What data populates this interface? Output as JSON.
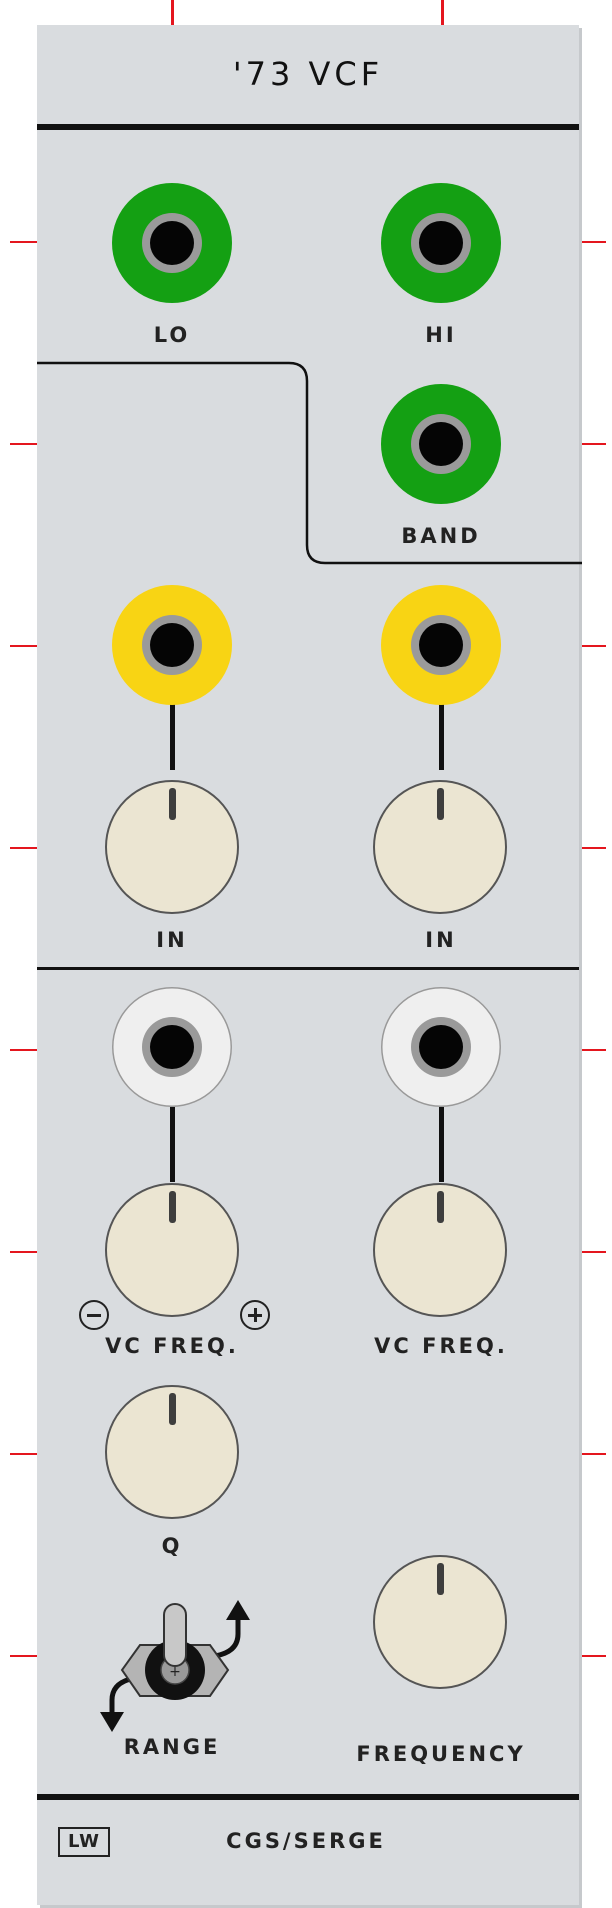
{
  "title": "'73 VCF",
  "outputs": {
    "lo": "LO",
    "hi": "HI",
    "band": "BAND"
  },
  "inputs": {
    "in1": "IN",
    "in2": "IN"
  },
  "cv": {
    "vcfreq1": "VC FREQ.",
    "vcfreq2": "VC FREQ.",
    "minus_symbol": "⊖",
    "plus_symbol": "⊕"
  },
  "controls": {
    "q": "Q",
    "range": "RANGE",
    "frequency": "FREQUENCY"
  },
  "footer": {
    "logo": "LW",
    "brand": "CGS/SERGE"
  },
  "colors": {
    "panel": "#d9dcdf",
    "output_jack": "#14a013",
    "input_jack": "#f8d414",
    "cv_jack": "#efefef",
    "knob": "#ebe5d2",
    "tick": "#e4161e"
  },
  "icons": {
    "range_switch": "toggle-switch-icon",
    "arrows": "curved-arrow-icon"
  }
}
